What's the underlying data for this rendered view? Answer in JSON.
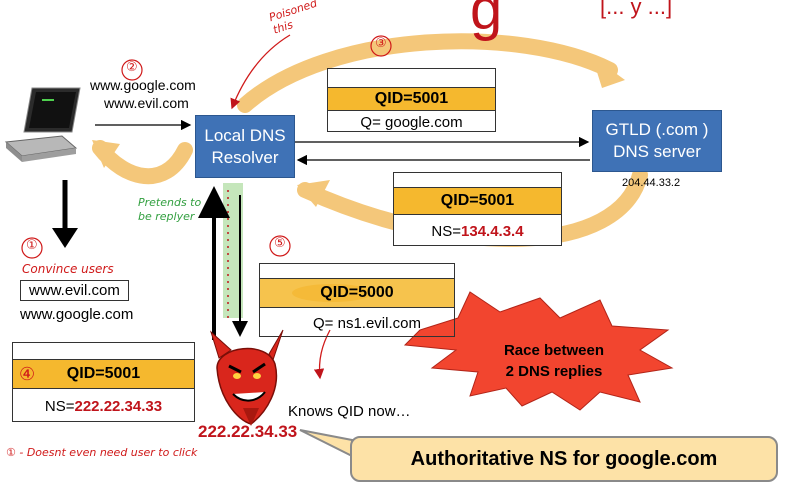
{
  "title_fragment": "g",
  "title_bracket": "[... y ...]",
  "nodes": {
    "local_dns": {
      "line1": "Local DNS",
      "line2": "Resolver"
    },
    "gtld": {
      "line1": "GTLD (.com )",
      "line2": "DNS server",
      "ip": "204.44.33.2"
    }
  },
  "client_queries": {
    "q1": "www.google.com",
    "q2": "www.evil.com"
  },
  "packets": {
    "query": {
      "qid": "QID=5001",
      "q": "Q= google.com"
    },
    "gtld_reply": {
      "qid": "QID=5001",
      "ns_prefix": "NS=",
      "ns_value": "134.4.3.4"
    },
    "attacker_query": {
      "qid": "QID=5000",
      "q": "Q= ns1.evil.com"
    },
    "spoofed_reply": {
      "qid": "QID=5001",
      "ns_prefix": "NS=",
      "ns_value": "222.22.34.33"
    }
  },
  "victim_sites": {
    "boxed": "www.evil.com",
    "plain": "www.google.com"
  },
  "attacker": {
    "ip": "222.22.34.33",
    "knows": "Knows QID now…"
  },
  "race": {
    "line1": "Race between",
    "line2": "2 DNS replies"
  },
  "callout": "Authoritative NS for google.com",
  "annotations": {
    "poisoned": "Poisoned this",
    "pretends": "Pretends to be replyer",
    "convince": "Convince users",
    "footnote": "① - Doesnt even need user to click",
    "step1": "①",
    "step2": "②",
    "step3": "③",
    "step4": "④",
    "step5": "⑤"
  },
  "colors": {
    "node_blue": "#3f72b6",
    "qid_orange": "#f5b82e",
    "arrow_orange": "#f4c77a",
    "devil_red": "#d9261c",
    "race_red": "#f2452f",
    "ip_red": "#c0141b",
    "callout_fill": "#fde2a7",
    "annot_red": "#d01a1a",
    "annot_green": "#33a041",
    "pretend_green": "#bfe3b4"
  },
  "icons": [
    "laptop-icon",
    "devil-icon",
    "explosion-icon"
  ]
}
